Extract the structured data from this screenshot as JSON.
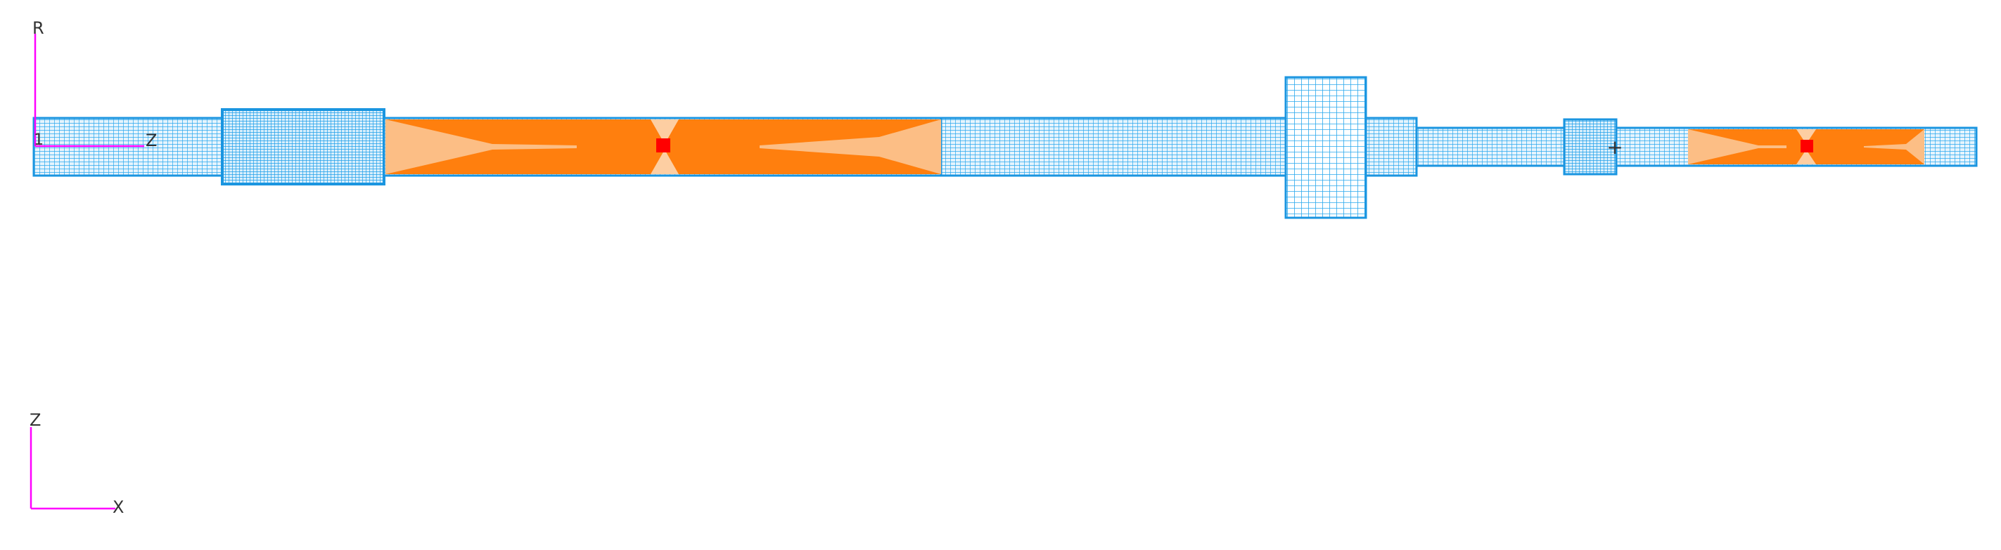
{
  "colors": {
    "background": "#ffffff",
    "mesh": "#2aa8ee",
    "mesh_fill": "#e6f4fd",
    "mesh_edge": "#1a95e0",
    "load_region": "#ff7f0e",
    "marker": "#ff0000",
    "axis": "#ff00ff",
    "label": "#333333"
  },
  "local_axes": {
    "vertical_label": "R",
    "horizontal_label": "Z",
    "origin_label": "1"
  },
  "global_axes": {
    "vertical_label": "Z",
    "horizontal_label": "X"
  },
  "center_marker": {
    "symbol": "+"
  }
}
